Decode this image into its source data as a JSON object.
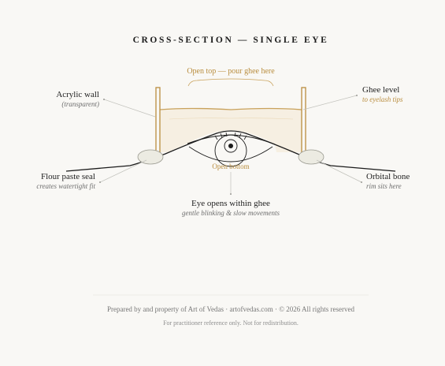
{
  "title": "CROSS-SECTION — SINGLE EYE",
  "top_label": "Open top — pour ghee here",
  "bottom_label": "Open bottom",
  "labels": {
    "acrylic_wall": {
      "title": "Acrylic wall",
      "sub": "(transparent)"
    },
    "ghee_level": {
      "title": "Ghee level",
      "sub": "to eyelash tips"
    },
    "flour_seal": {
      "title": "Flour paste seal",
      "sub": "creates watertight fit"
    },
    "orbital_bone": {
      "title": "Orbital bone",
      "sub": "rim sits here"
    },
    "eye": {
      "title": "Eye opens within ghee",
      "sub": "gentle blinking & slow movements"
    }
  },
  "footer": {
    "line1": "Prepared by and property of Art of Vedas · artofvedas.com · © 2026 All rights reserved",
    "line2": "For practitioner reference only. Not for redistribution."
  },
  "colors": {
    "gold": "#b98d3e",
    "ghee_fill": "#f6efe2",
    "ink": "#1b1b1b"
  }
}
